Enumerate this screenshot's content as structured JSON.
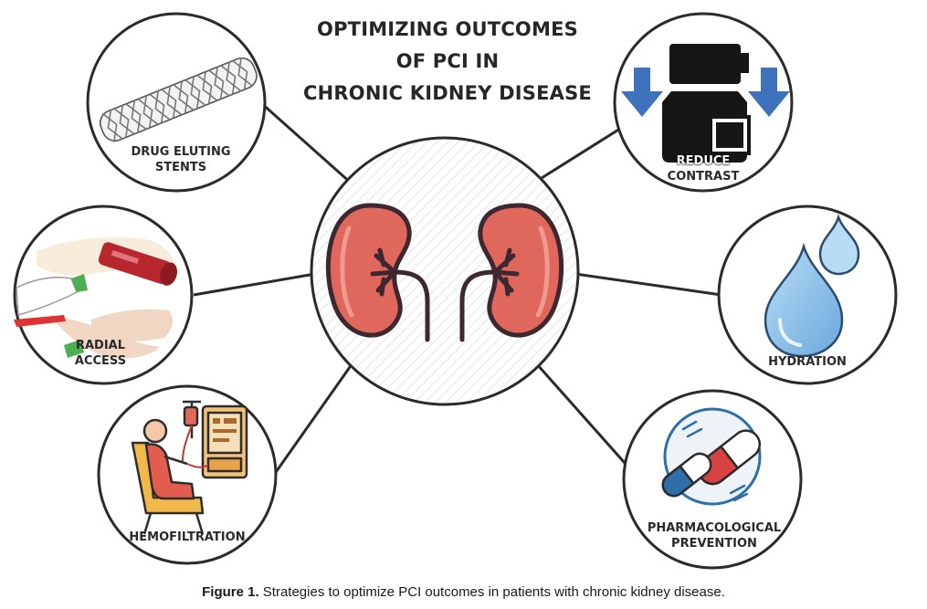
{
  "title": {
    "line1": "OPTIMIZING OUTCOMES",
    "line2": "OF PCI IN",
    "line3": "CHRONIC KIDNEY DISEASE"
  },
  "center": {
    "icon": "kidneys-icon"
  },
  "strategies": {
    "des": {
      "line1": "DRUG ELUTING",
      "line2": "STENTS",
      "icon": "stent-icon"
    },
    "contrast": {
      "line1": "REDUCE",
      "line2": "CONTRAST",
      "icon": "contrast-injector-icon"
    },
    "radial": {
      "line1": "RADIAL",
      "line2": "ACCESS",
      "icon": "radial-artery-icon"
    },
    "hydration": {
      "line1": "HYDRATION",
      "icon": "water-drops-icon"
    },
    "hemo": {
      "line1": "HEMOFILTRATION",
      "icon": "dialysis-patient-icon"
    },
    "pharm": {
      "line1": "PHARMACOLOGICAL",
      "line2": "PREVENTION",
      "icon": "pills-icon"
    }
  },
  "caption": {
    "label": "Figure 1.",
    "text": " Strategies to optimize PCI outcomes in patients with chronic kidney disease."
  },
  "colors": {
    "kidney": "#e0675c",
    "kidney_outline": "#3d2730",
    "drop": "#8ec3ea",
    "arrow": "#3f72bd",
    "pill_red": "#d94242",
    "pill_blue": "#2e6fa8",
    "chair": "#f0b94a"
  }
}
